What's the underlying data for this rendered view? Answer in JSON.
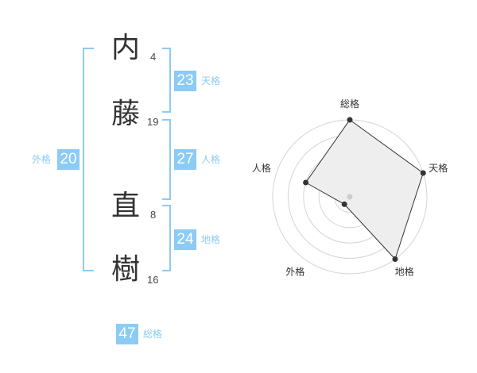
{
  "name": {
    "characters": [
      {
        "char": "内",
        "strokes": "4"
      },
      {
        "char": "藤",
        "strokes": "19"
      },
      {
        "char": "直",
        "strokes": "8"
      },
      {
        "char": "樹",
        "strokes": "16"
      }
    ]
  },
  "fortune": {
    "tenkaku": {
      "value": "23",
      "label": "天格"
    },
    "jinkaku": {
      "value": "27",
      "label": "人格"
    },
    "chikaku": {
      "value": "24",
      "label": "地格"
    },
    "gaikaku": {
      "value": "20",
      "label": "外格"
    },
    "soukaku": {
      "value": "47",
      "label": "総格"
    }
  },
  "colors": {
    "accent": "#8ccbf5",
    "text": "#333333",
    "radar_fill": "#eeeeee"
  },
  "chart_data": {
    "type": "radar",
    "axes": [
      "総格",
      "天格",
      "地格",
      "外格",
      "人格"
    ],
    "values": [
      5,
      5,
      5,
      0.6,
      3
    ],
    "max": 5,
    "rings": 5
  }
}
